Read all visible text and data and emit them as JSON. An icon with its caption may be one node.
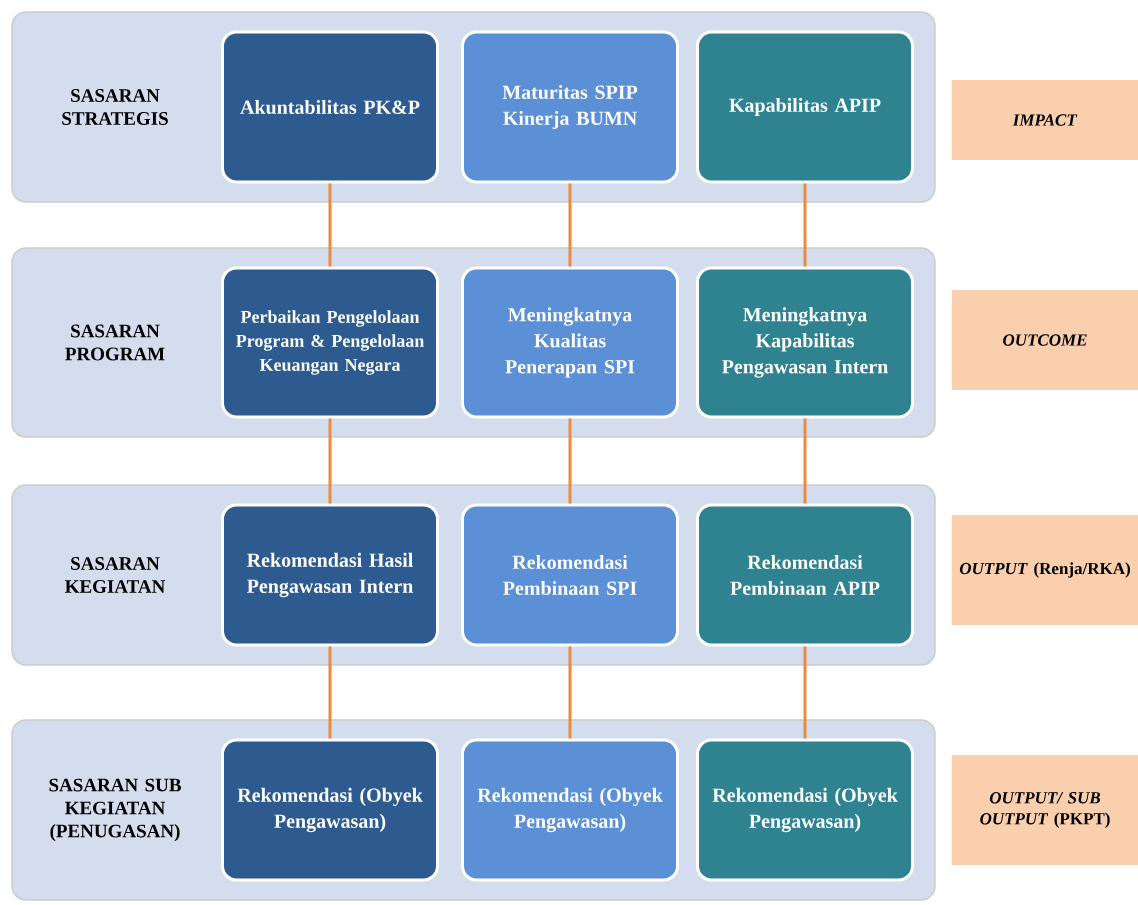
{
  "diagram": {
    "nodes": [
      {
        "text": [
          "SASARAN STRATEGIS"
        ]
      },
      {
        "text": [
          "Akuntabilitas PK&P"
        ],
        "in": 0
      },
      {
        "text": [
          "Maturitas SPIP Kinerja BUMN"
        ],
        "in": 0
      },
      {
        "text": [
          "Kapabilitas APIP"
        ],
        "in": 0
      },
      {
        "text": [
          "SASARAN PROGRAM"
        ]
      },
      {
        "text": [
          "Perbaikan Pengelolaan Program & Pengelolaan Keuangan Negara"
        ],
        "in": 4
      },
      {
        "text": [
          "Meningkatnya Kualitas Penerapan SPI"
        ],
        "in": 4
      },
      {
        "text": [
          "Meningkatnya Kapabilitas Pengawasan Intern"
        ],
        "in": 4
      },
      {
        "text": [
          "SASARAN KEGIATAN"
        ]
      },
      {
        "text": [
          "Rekomendasi Hasil Pengawasan Intern"
        ],
        "in": 8
      },
      {
        "text": [
          "Rekomendasi Pembinaan SPI"
        ],
        "in": 8
      },
      {
        "text": [
          "Rekomendasi Pembinaan APIP"
        ],
        "in": 8
      },
      {
        "text": [
          "SASARAN SUB KEGIATAN (PENUGASAN)"
        ]
      },
      {
        "text": [
          "Rekomendasi (Obyek Pengawasan)"
        ],
        "in": 12
      },
      {
        "text": [
          "Rekomendasi (Obyek Pengawasan)"
        ],
        "in": 12
      },
      {
        "text": [
          "Rekomendasi (Obyek Pengawasan)"
        ],
        "in": 12
      },
      {
        "text": [
          "*IMPACT*"
        ]
      },
      {
        "text": [
          "*OUTCOME*"
        ]
      },
      {
        "text": [
          "*OUTPUT* (Renja/RKA)"
        ]
      },
      {
        "text": [
          "*OUTPUT/ SUB OUTPUT* (PKPT)"
        ]
      }
    ],
    "edges": [
      {
        "from": 1,
        "to": 5,
        "arrow": "none"
      },
      {
        "from": 2,
        "to": 6,
        "arrow": "none"
      },
      {
        "from": 3,
        "to": 7,
        "arrow": "none"
      },
      {
        "from": 5,
        "to": 9,
        "arrow": "none"
      },
      {
        "from": 6,
        "to": 10,
        "arrow": "none"
      },
      {
        "from": 7,
        "to": 11,
        "arrow": "none"
      },
      {
        "from": 9,
        "to": 13,
        "arrow": "none"
      },
      {
        "from": 10,
        "to": 14,
        "arrow": "none"
      },
      {
        "from": 11,
        "to": 15,
        "arrow": "none"
      }
    ]
  }
}
